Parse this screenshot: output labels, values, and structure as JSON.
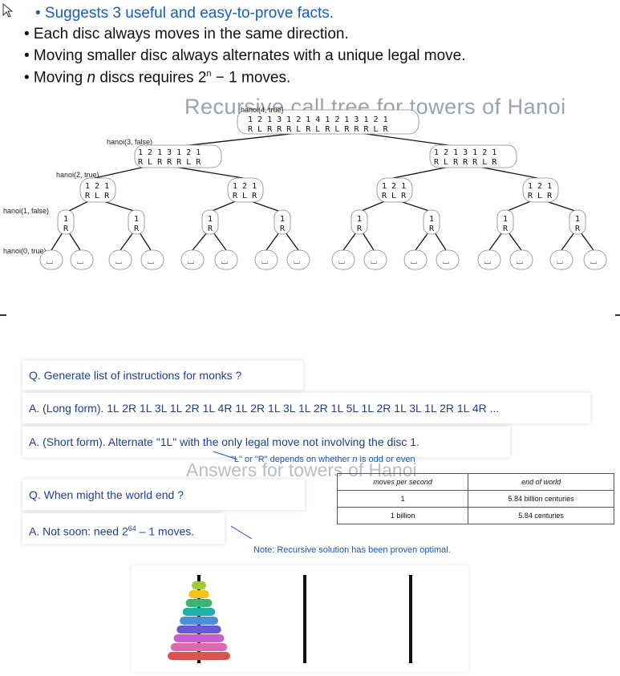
{
  "bullets": [
    {
      "text": "• Suggests 3 useful and easy-to-prove facts.",
      "color": "#1a5fb4"
    },
    {
      "text": "• Each disc always moves in the same direction."
    },
    {
      "text": "• Moving smaller disc always alternates with a unique legal move."
    },
    {
      "text": "• Moving n discs requires 2ⁿ − 1 moves."
    }
  ],
  "tree": {
    "title": "Recursive call tree for towers of Hanoi",
    "root": {
      "call": "hanoi(4, true)",
      "digits": "1 2 1 3 1 2 1 4 1 2 1 3 1 2 1",
      "dirs": "R L R R R L R L R L R R R L R"
    },
    "level3": {
      "call": "hanoi(3, false)",
      "digits": "1 2 1 3 1 2 1",
      "dirs": "R L R R R L R"
    },
    "level2": {
      "call": "hanoi(2, true)",
      "digits": "1 2 1",
      "dirs": "R L R"
    },
    "level1": {
      "call": "hanoi(1, false)",
      "digits": "1",
      "dirs": "R"
    },
    "level0": {
      "call": "hanoi(0, true)"
    }
  },
  "qa": {
    "q1": "Q. Generate list of instructions for monks ?",
    "a1": "A. (Long form). 1L 2R 1L 3L 1L 2R 1L 4R 1L 2R 1L 3L 1L 2R 1L 5L 1L 2R 1L 3L 1L 2R 1L 4R ...",
    "a2": "A. (Short form). Alternate \"1L\" with the only legal move not involving the disc 1.",
    "a2_note": "\"L\" or \"R\" depends on whether n is odd or even",
    "q2": "Q. When might the world end ?",
    "a3": "A. Not soon: need 2⁶⁴ – 1 moves.",
    "note": "Note: Recursive solution has been proven optimal."
  },
  "answers": {
    "title": "Answers for towers of Hanoi",
    "headers": [
      "moves per second",
      "end of world"
    ],
    "rows": [
      [
        "1",
        "5.84 billion centuries"
      ],
      [
        "1 billion",
        "5.84 centuries"
      ]
    ]
  },
  "disc_colors": [
    "#9acd32",
    "#f0c419",
    "#3cb371",
    "#20b2aa",
    "#4a90d9",
    "#6a5acd",
    "#c85fd0",
    "#e066b0",
    "#d9534f"
  ]
}
